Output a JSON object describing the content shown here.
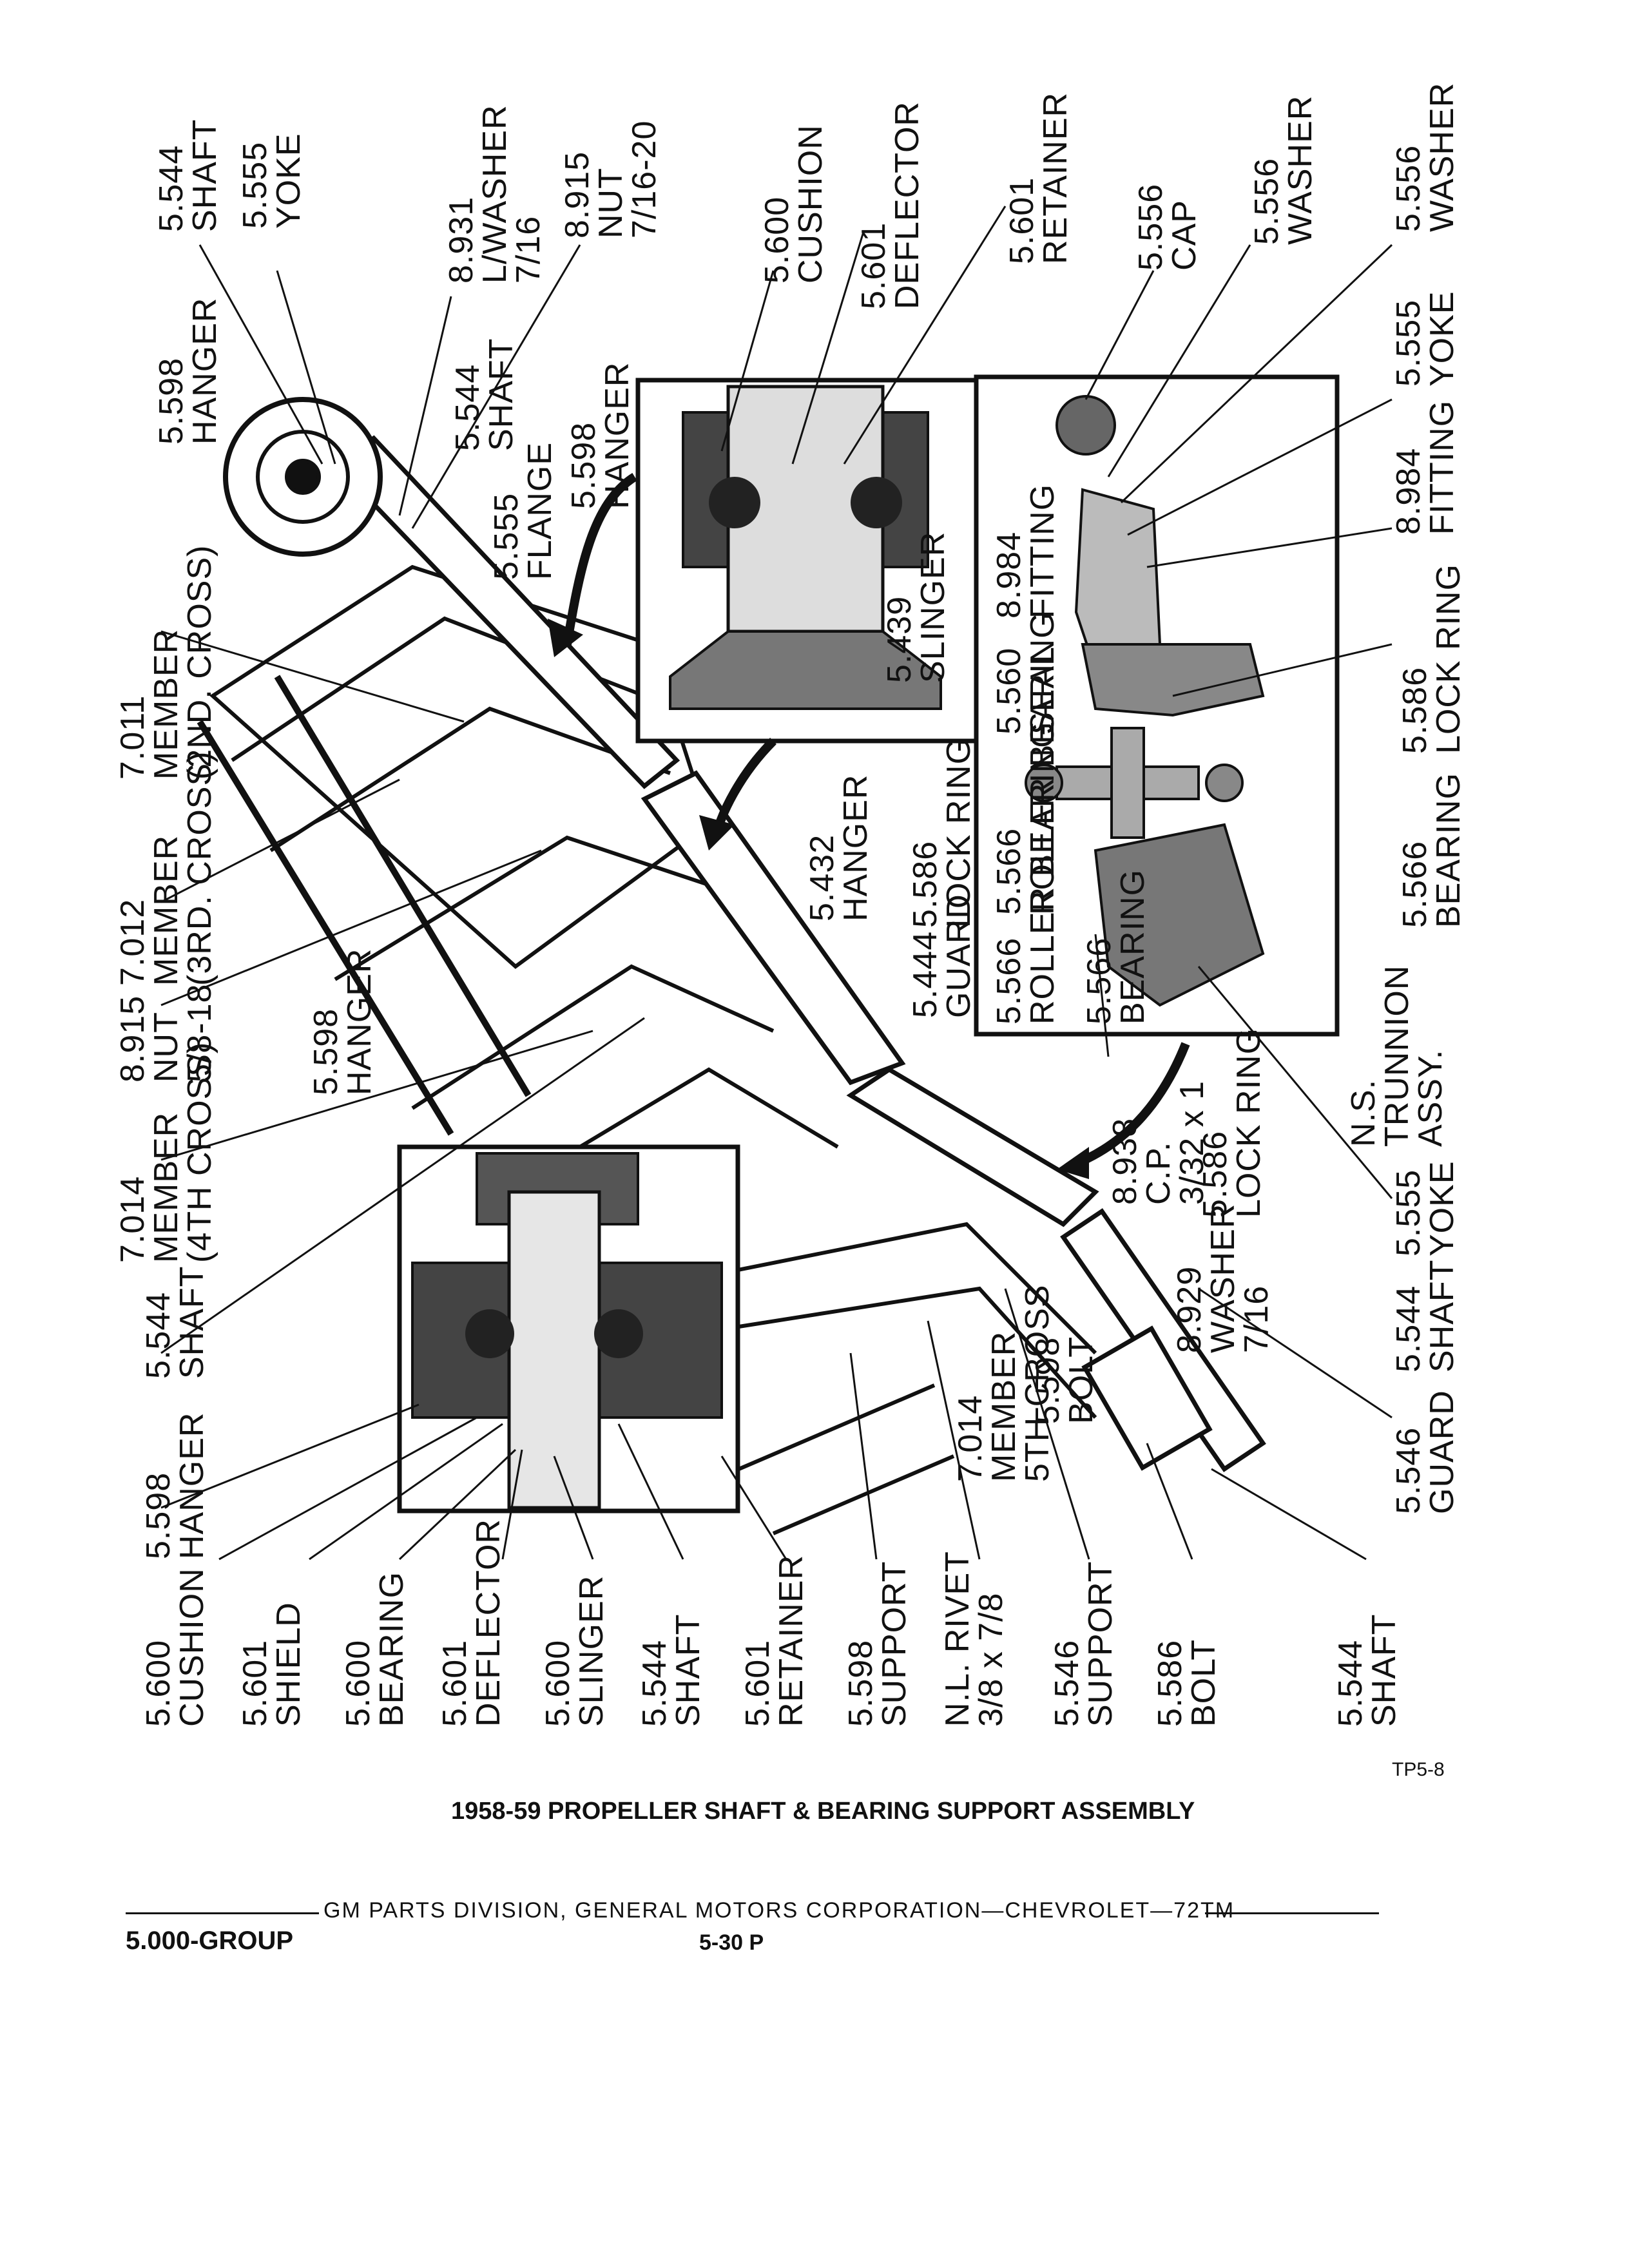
{
  "figure": {
    "title": "1958-59 PROPELLER SHAFT & BEARING SUPPORT ASSEMBLY",
    "figure_id": "TP5-8"
  },
  "footer": {
    "division": "GM PARTS DIVISION, GENERAL MOTORS CORPORATION—CHEVROLET—72TM",
    "group": "5.000-GROUP",
    "page": "5-30 P"
  },
  "labels": {
    "top": [
      {
        "num": "5.544",
        "name": "SHAFT"
      },
      {
        "num": "5.555",
        "name": "YOKE"
      },
      {
        "num": "8.931",
        "name": "L/WASHER",
        "size": "7/16"
      },
      {
        "num": "8.915",
        "name": "NUT",
        "size": "7/16-20"
      },
      {
        "num": "5.600",
        "name": "CUSHION"
      },
      {
        "num": "5.601",
        "name": "DEFLECTOR"
      },
      {
        "num": "5.601",
        "name": "RETAINER"
      },
      {
        "num": "5.556",
        "name": "CAP"
      },
      {
        "num": "5.556",
        "name": "WASHER"
      },
      {
        "num": "5.556",
        "name": "WASHER"
      },
      {
        "num": "5.598",
        "name": "HANGER"
      },
      {
        "num": "5.544",
        "name": "SHAFT"
      },
      {
        "num": "5.598",
        "name": "HANGER"
      },
      {
        "num": "5.555",
        "name": "FLANGE"
      },
      {
        "num": "5.555",
        "name": "YOKE"
      },
      {
        "num": "8.984",
        "name": "FITTING"
      }
    ],
    "middle": [
      {
        "num": "7.011",
        "name": "MEMBER",
        "detail": "(2ND. CROSS)"
      },
      {
        "num": "7.012",
        "name": "MEMBER",
        "detail": "(3RD. CROSS)"
      },
      {
        "num": "8.915",
        "name": "NUT",
        "size": "5/8-18"
      },
      {
        "num": "5.598",
        "name": "HANGER"
      },
      {
        "num": "7.014",
        "name": "MEMBER",
        "detail": "(4TH CROSS)"
      },
      {
        "num": "5.439",
        "name": "SLINGER"
      },
      {
        "num": "8.984",
        "name": "FITTING"
      },
      {
        "num": "5.560",
        "name": "SEAL"
      },
      {
        "num": "5.586",
        "name": "LOCK RING"
      },
      {
        "num": "5.432",
        "name": "HANGER"
      },
      {
        "num": "5.586",
        "name": "LOCK RING"
      },
      {
        "num": "5.566",
        "name": "ROLLER BEARING"
      },
      {
        "num": "5.444",
        "name": "GUARD"
      },
      {
        "num": "5.566",
        "name": "ROLLER BEARING"
      },
      {
        "num": "5.566",
        "name": "BEARING"
      },
      {
        "num": "5.566",
        "name": "BEARING"
      },
      {
        "num": "N.S.",
        "name": "TRUNNION",
        "detail": "ASSY."
      },
      {
        "num": "8.938",
        "name": "C.P.",
        "size": "3/32 x 1"
      },
      {
        "num": "5.586",
        "name": "LOCK RING"
      },
      {
        "num": "5.555",
        "name": "YOKE"
      },
      {
        "num": "8.929",
        "name": "WASHER",
        "size": "7/16"
      },
      {
        "num": "5.544",
        "name": "SHAFT"
      },
      {
        "num": "7.014",
        "name": "MEMBER",
        "detail": "5TH CROSS"
      },
      {
        "num": "5.598",
        "name": "BOLT"
      },
      {
        "num": "5.546",
        "name": "GUARD"
      },
      {
        "num": "5.544",
        "name": "SHAFT"
      }
    ],
    "bottom": [
      {
        "num": "5.598",
        "name": "HANGER"
      },
      {
        "num": "5.600",
        "name": "CUSHION"
      },
      {
        "num": "5.601",
        "name": "SHIELD"
      },
      {
        "num": "5.600",
        "name": "BEARING"
      },
      {
        "num": "5.601",
        "name": "DEFLECTOR"
      },
      {
        "num": "5.600",
        "name": "SLINGER"
      },
      {
        "num": "5.544",
        "name": "SHAFT"
      },
      {
        "num": "5.601",
        "name": "RETAINER"
      },
      {
        "num": "5.598",
        "name": "SUPPORT"
      },
      {
        "num": "N.L. RIVET",
        "name": "3/8 x 7/8"
      },
      {
        "num": "5.546",
        "name": "SUPPORT"
      },
      {
        "num": "5.586",
        "name": "BOLT"
      },
      {
        "num": "5.544",
        "name": "SHAFT"
      }
    ]
  }
}
